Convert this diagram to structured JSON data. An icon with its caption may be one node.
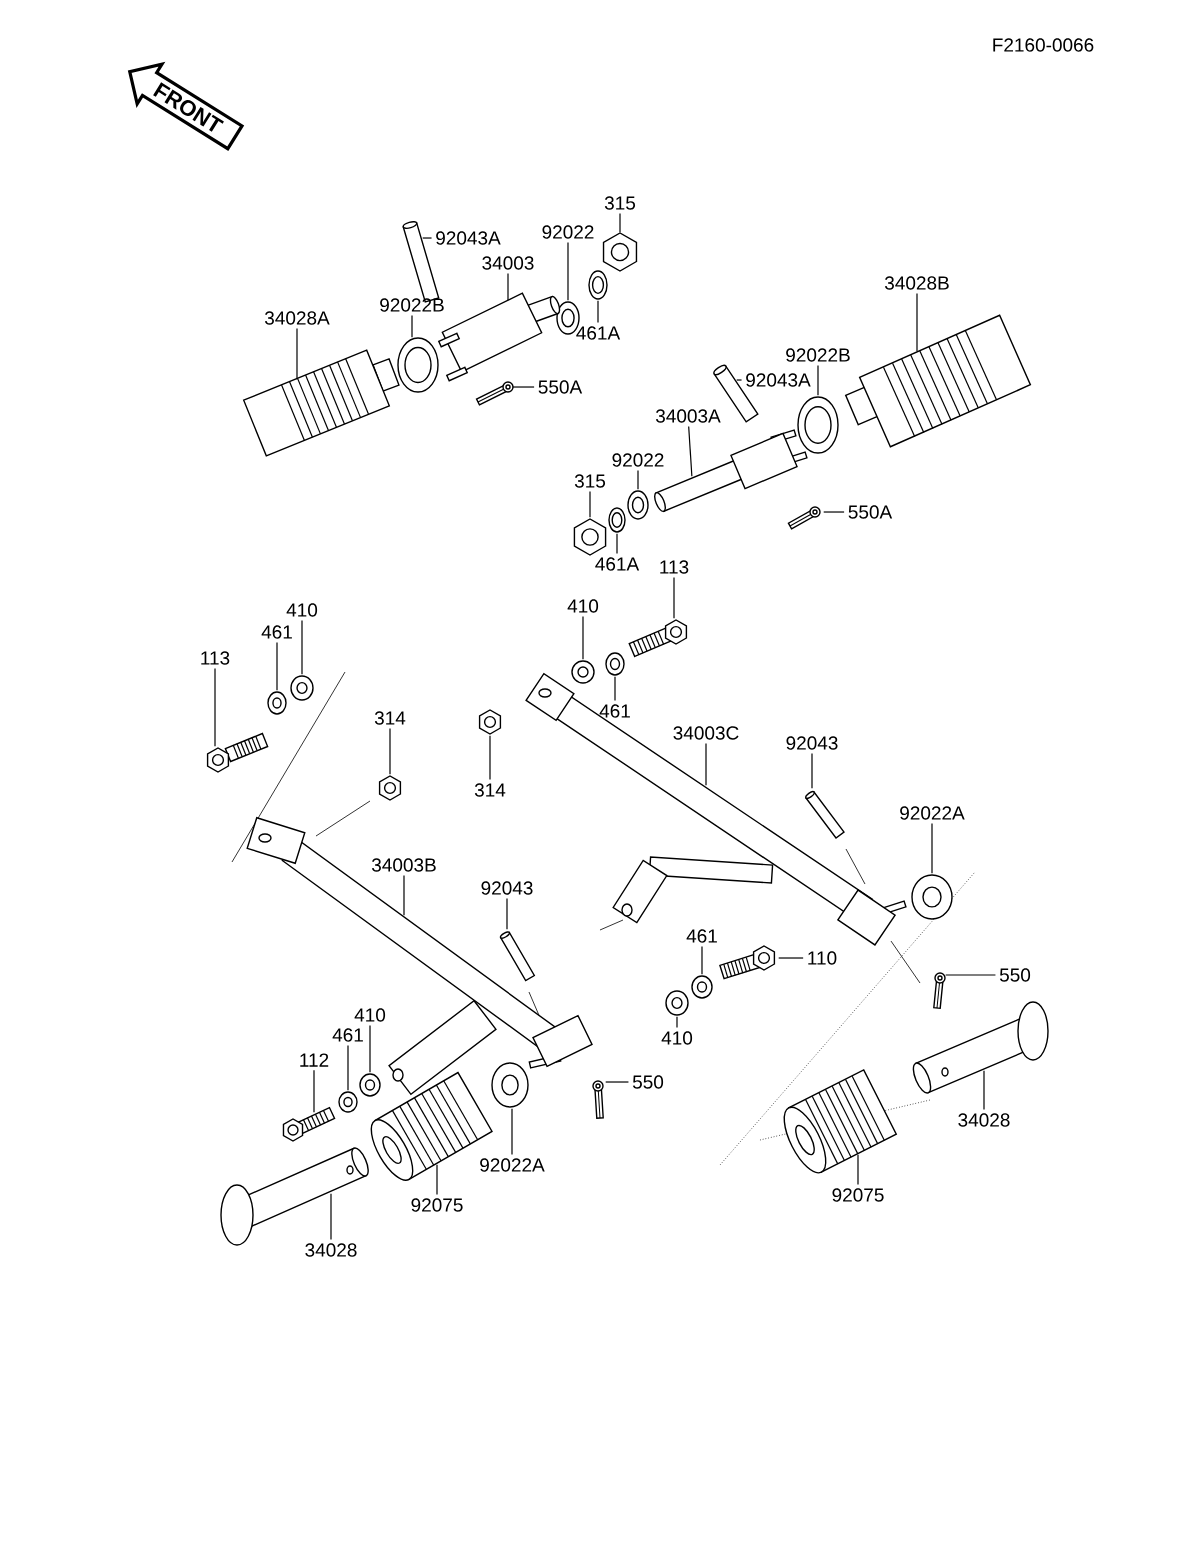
{
  "diagram": {
    "nodes": [
      {
        "text": [
          "FRONT"
        ]
      },
      {
        "text": [
          "92043A"
        ]
      },
      {
        "text": [],
        "shape": "picture"
      },
      {
        "text": [
          "92022"
        ]
      },
      {
        "text": [],
        "shape": "picture"
      },
      {
        "text": [
          "315"
        ]
      },
      {
        "text": [],
        "shape": "picture"
      },
      {
        "text": [
          "34003"
        ]
      },
      {
        "text": [],
        "shape": "picture"
      },
      {
        "text": [
          "92022B"
        ]
      },
      {
        "text": [],
        "shape": "picture"
      },
      {
        "text": [
          "34028A"
        ]
      },
      {
        "text": [],
        "shape": "picture"
      },
      {
        "text": [
          "461A"
        ]
      },
      {
        "text": [],
        "shape": "picture"
      },
      {
        "text": [
          "550A"
        ]
      },
      {
        "text": [],
        "shape": "picture"
      },
      {
        "text": [
          "34028B"
        ]
      },
      {
        "text": [],
        "shape": "picture"
      },
      {
        "text": [
          "92022B"
        ]
      },
      {
        "text": [],
        "shape": "picture"
      },
      {
        "text": [
          "92043A"
        ]
      },
      {
        "text": [],
        "shape": "picture"
      },
      {
        "text": [
          "34003A"
        ]
      },
      {
        "text": [],
        "shape": "picture"
      },
      {
        "text": [
          "92022"
        ]
      },
      {
        "text": [],
        "shape": "picture"
      },
      {
        "text": [
          "315"
        ]
      },
      {
        "text": [],
        "shape": "picture"
      },
      {
        "text": [
          "461A"
        ]
      },
      {
        "text": [],
        "shape": "picture"
      },
      {
        "text": [
          "550A"
        ]
      },
      {
        "text": [],
        "shape": "picture"
      },
      {
        "text": [
          "113"
        ]
      },
      {
        "text": [],
        "shape": "picture"
      },
      {
        "text": [
          "410"
        ]
      },
      {
        "text": [],
        "shape": "picture"
      },
      {
        "text": [
          "461"
        ]
      },
      {
        "text": [],
        "shape": "picture"
      },
      {
        "text": [
          "34003C"
        ]
      },
      {
        "text": [],
        "shape": "picture"
      },
      {
        "text": [
          "92043"
        ]
      },
      {
        "text": [],
        "shape": "picture"
      },
      {
        "text": [
          "92022A"
        ]
      },
      {
        "text": [],
        "shape": "picture"
      },
      {
        "text": [
          "110"
        ]
      },
      {
        "text": [],
        "shape": "picture"
      },
      {
        "text": [
          "461"
        ]
      },
      {
        "text": [],
        "shape": "picture"
      },
      {
        "text": [
          "410"
        ]
      },
      {
        "text": [],
        "shape": "picture"
      },
      {
        "text": [
          "550"
        ]
      },
      {
        "text": [],
        "shape": "picture"
      },
      {
        "text": [
          "34028"
        ]
      },
      {
        "text": [],
        "shape": "picture"
      },
      {
        "text": [
          "92075"
        ]
      },
      {
        "text": [],
        "shape": "picture"
      },
      {
        "text": [
          "113"
        ]
      },
      {
        "text": [],
        "shape": "picture"
      },
      {
        "text": [
          "461"
        ]
      },
      {
        "text": [],
        "shape": "picture"
      },
      {
        "text": [
          "410"
        ]
      },
      {
        "text": [],
        "shape": "picture"
      },
      {
        "text": [
          "314"
        ]
      },
      {
        "text": [],
        "shape": "picture"
      },
      {
        "text": [
          "314"
        ]
      },
      {
        "text": [],
        "shape": "picture"
      },
      {
        "text": [
          "34003B"
        ]
      },
      {
        "text": [],
        "shape": "picture"
      },
      {
        "text": [
          "92043"
        ]
      },
      {
        "text": [],
        "shape": "picture"
      },
      {
        "text": [
          "410"
        ]
      },
      {
        "text": [],
        "shape": "picture"
      },
      {
        "text": [
          "461"
        ]
      },
      {
        "text": [],
        "shape": "picture"
      },
      {
        "text": [
          "112"
        ]
      },
      {
        "text": [],
        "shape": "picture"
      },
      {
        "text": [
          "550"
        ]
      },
      {
        "text": [],
        "shape": "picture"
      },
      {
        "text": [
          "92022A"
        ]
      },
      {
        "text": [],
        "shape": "picture"
      },
      {
        "text": [
          "92075"
        ]
      },
      {
        "text": [],
        "shape": "picture"
      },
      {
        "text": [
          "34028"
        ]
      },
      {
        "text": [],
        "shape": "picture"
      }
    ],
    "edges": [
      {
        "from": 1,
        "to": 2,
        "arrow": "none"
      },
      {
        "from": 3,
        "to": 4,
        "arrow": "none"
      },
      {
        "from": 5,
        "to": 6,
        "arrow": "none"
      },
      {
        "from": 7,
        "to": 8,
        "arrow": "none"
      },
      {
        "from": 9,
        "to": 10,
        "arrow": "none"
      },
      {
        "from": 11,
        "to": 12,
        "arrow": "none"
      },
      {
        "from": 13,
        "to": 14,
        "arrow": "none"
      },
      {
        "from": 15,
        "to": 16,
        "arrow": "none"
      },
      {
        "from": 17,
        "to": 18,
        "arrow": "none"
      },
      {
        "from": 19,
        "to": 20,
        "arrow": "none"
      },
      {
        "from": 21,
        "to": 22,
        "arrow": "none"
      },
      {
        "from": 23,
        "to": 24,
        "arrow": "none"
      },
      {
        "from": 25,
        "to": 26,
        "arrow": "none"
      },
      {
        "from": 27,
        "to": 28,
        "arrow": "none"
      },
      {
        "from": 29,
        "to": 30,
        "arrow": "none"
      },
      {
        "from": 31,
        "to": 32,
        "arrow": "none"
      },
      {
        "from": 33,
        "to": 34,
        "arrow": "none"
      },
      {
        "from": 35,
        "to": 36,
        "arrow": "none"
      },
      {
        "from": 37,
        "to": 38,
        "arrow": "none"
      },
      {
        "from": 39,
        "to": 40,
        "arrow": "none"
      },
      {
        "from": 41,
        "to": 42,
        "arrow": "none"
      },
      {
        "from": 43,
        "to": 44,
        "arrow": "none"
      },
      {
        "from": 45,
        "to": 46,
        "arrow": "none"
      },
      {
        "from": 47,
        "to": 48,
        "arrow": "none"
      },
      {
        "from": 49,
        "to": 50,
        "arrow": "none"
      },
      {
        "from": 51,
        "to": 52,
        "arrow": "none"
      },
      {
        "from": 53,
        "to": 54,
        "arrow": "none"
      },
      {
        "from": 55,
        "to": 56,
        "arrow": "none"
      },
      {
        "from": 57,
        "to": 58,
        "arrow": "none"
      },
      {
        "from": 59,
        "to": 60,
        "arrow": "none"
      },
      {
        "from": 61,
        "to": 62,
        "arrow": "none"
      },
      {
        "from": 63,
        "to": 64,
        "arrow": "none"
      },
      {
        "from": 65,
        "to": 66,
        "arrow": "none"
      },
      {
        "from": 67,
        "to": 68,
        "arrow": "none"
      },
      {
        "from": 69,
        "to": 70,
        "arrow": "none"
      },
      {
        "from": 71,
        "to": 72,
        "arrow": "none"
      },
      {
        "from": 73,
        "to": 74,
        "arrow": "none"
      },
      {
        "from": 75,
        "to": 76,
        "arrow": "none"
      },
      {
        "from": 77,
        "to": 78,
        "arrow": "none"
      },
      {
        "from": 79,
        "to": 80,
        "arrow": "none"
      },
      {
        "from": 81,
        "to": 82,
        "arrow": "none"
      },
      {
        "from": 83,
        "to": 84,
        "arrow": "none"
      }
    ],
    "labels": [
      "F2160-0066"
    ]
  }
}
